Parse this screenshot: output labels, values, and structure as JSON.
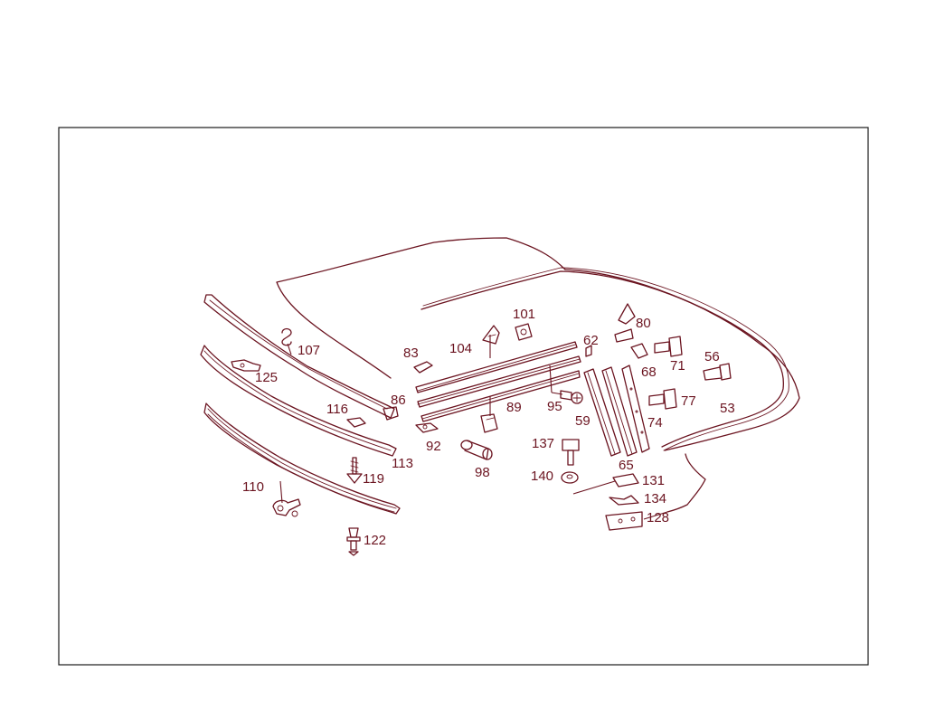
{
  "diagram": {
    "labels": {
      "p53": "53",
      "p56": "56",
      "p59": "59",
      "p62": "62",
      "p65": "65",
      "p68": "68",
      "p71": "71",
      "p74": "74",
      "p77": "77",
      "p80": "80",
      "p83": "83",
      "p86": "86",
      "p89": "89",
      "p92": "92",
      "p95": "95",
      "p98": "98",
      "p101": "101",
      "p104": "104",
      "p107": "107",
      "p110": "110",
      "p113": "113",
      "p116": "116",
      "p119": "119",
      "p122": "122",
      "p125": "125",
      "p128": "128",
      "p131": "131",
      "p134": "134",
      "p137": "137",
      "p140": "140"
    },
    "line_color": "#6b1420"
  }
}
